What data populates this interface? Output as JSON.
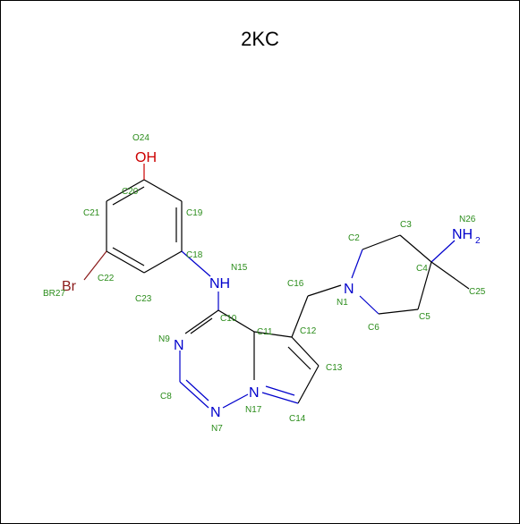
{
  "title": "2KC",
  "colors": {
    "carbon_bond": "#000000",
    "nitrogen": "#0000cc",
    "oxygen": "#cc0000",
    "bromine": "#8b1a1a",
    "atom_label": "#2a8c1a"
  },
  "elements": {
    "oh": "OH",
    "br": "Br",
    "nh": "NH",
    "nh2": "NH",
    "nh2_sub": "2",
    "n_ring1": "N",
    "n_n9": "N",
    "n_n7": "N",
    "n_n17": "N"
  },
  "atom_labels": {
    "O24": "O24",
    "C20": "C20",
    "C21": "C21",
    "C19": "C19",
    "C22": "C22",
    "BR27": "BR27",
    "C18": "C18",
    "C23": "C23",
    "N15": "N15",
    "C10": "C10",
    "C11": "C11",
    "C16": "C16",
    "C12": "C12",
    "N9": "N9",
    "C8": "C8",
    "N7": "N7",
    "N17": "N17",
    "C13": "C13",
    "C14": "C14",
    "N1": "N1",
    "C2": "C2",
    "C3": "C3",
    "C4": "C4",
    "N26": "N26",
    "C5": "C5",
    "C6": "C6",
    "C25": "C25"
  }
}
